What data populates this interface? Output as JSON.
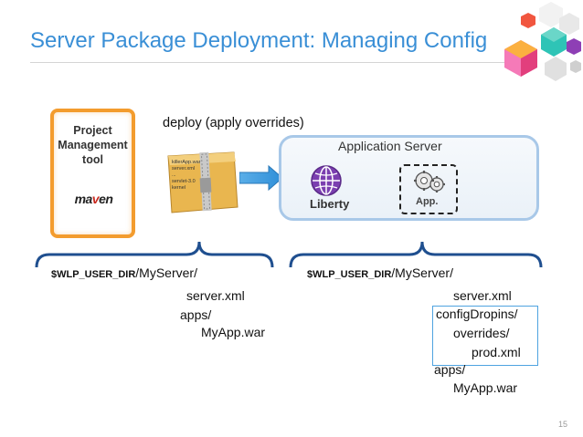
{
  "slide": {
    "title": "Server Package Deployment: Managing Config",
    "page_number": "15"
  },
  "left": {
    "tool_lines": [
      "Project",
      "Management",
      "tool"
    ],
    "logo_text": "maven",
    "deploy_label": "deploy (apply overrides)",
    "zip_lines": [
      "killerApp.war",
      "server.xml",
      "...",
      "servlet-3.0",
      "kernel"
    ],
    "dir_var": "$WLP_USER_DIR",
    "dir_path": "/MyServer/",
    "files": [
      "server.xml",
      "apps/",
      "MyApp.war"
    ]
  },
  "right": {
    "container_title": "Application Server",
    "runtime_label": "Liberty",
    "app_label": "App.",
    "dir_var": "$WLP_USER_DIR",
    "dir_path": "/MyServer/",
    "files": [
      "server.xml",
      "configDropins/",
      "overrides/",
      "prod.xml",
      "apps/",
      "MyApp.war"
    ]
  },
  "colors": {
    "title": "#3a8fd6",
    "tool_border": "#f39c2e",
    "server_border": "#a8c8e8",
    "arrow": "#2f8fd8",
    "brace": "#1f4f8f",
    "highlight": "#4fa3e0"
  }
}
